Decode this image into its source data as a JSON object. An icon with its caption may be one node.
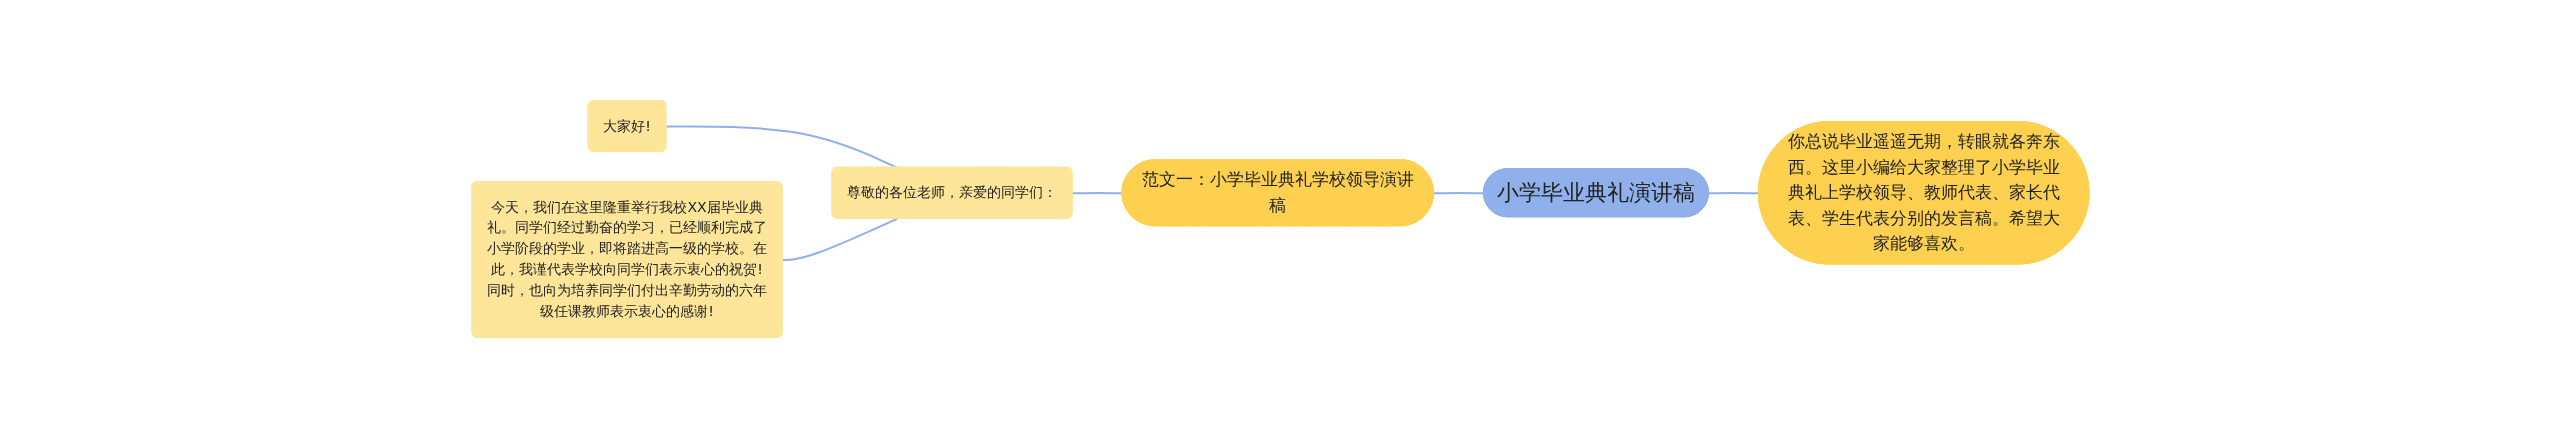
{
  "diagram": {
    "nodes": [
      {
        "text": [
          "小学毕业典礼演讲稿"
        ]
      },
      {
        "text": [
          "你总说毕业遥遥无期，转眼就各奔东西。这里小编给大家整理了小学毕业典礼上学校领导、教师代表、家长代表、学生代表分别的发言稿。希望大家能够喜欢。"
        ]
      },
      {
        "text": [
          "范文一：小学毕业典礼学校领导演讲稿"
        ]
      },
      {
        "text": [
          "尊敬的各位老师，亲爱的同学们："
        ]
      },
      {
        "text": [
          "大家好!"
        ]
      },
      {
        "text": [
          "今天，我们在这里隆重举行我校XX届毕业典礼。同学们经过勤奋的学习，已经顺利完成了小学阶段的学业，即将踏进高一级的学校。在此，我谨代表学校向同学们表示衷心的祝贺!同时，也向为培养同学们付出辛勤劳动的六年级任课教师表示衷心的感谢!"
        ]
      }
    ],
    "edges": [
      {
        "from": 2,
        "to": 0,
        "arrow": "none"
      },
      {
        "from": 0,
        "to": 1,
        "arrow": "none"
      },
      {
        "from": 3,
        "to": 2,
        "arrow": "none"
      },
      {
        "from": 4,
        "to": 3,
        "arrow": "none"
      },
      {
        "from": 5,
        "to": 3,
        "arrow": "none"
      }
    ]
  }
}
